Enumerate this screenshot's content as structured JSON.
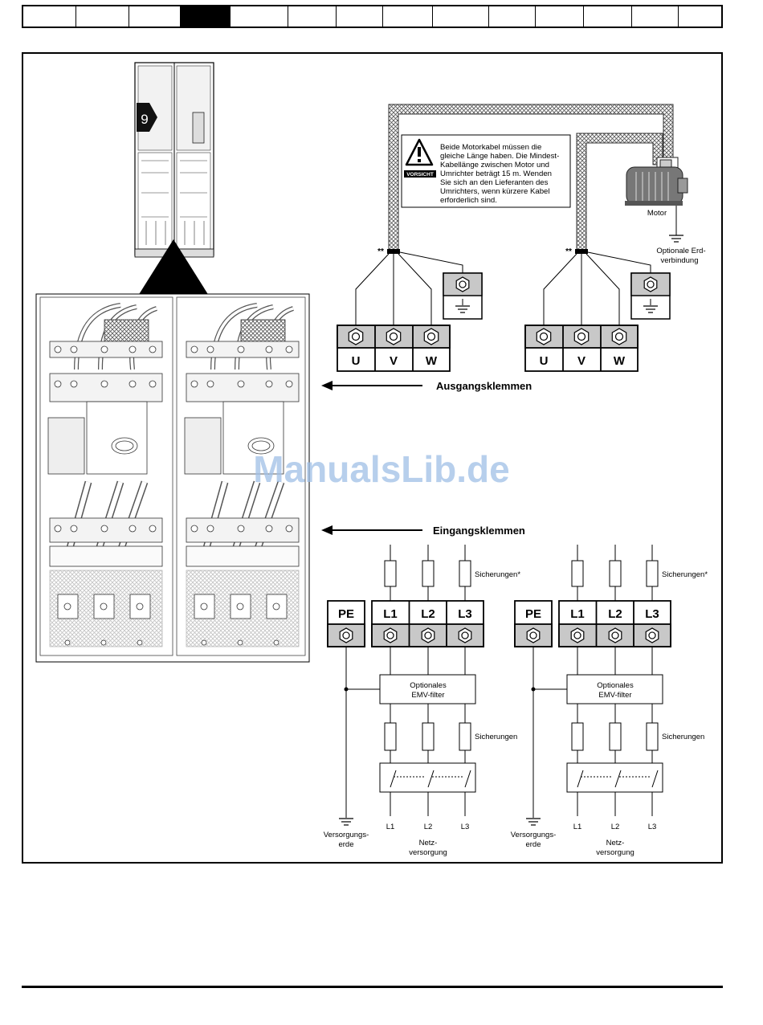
{
  "tabs": [
    {
      "label": "",
      "active": false
    },
    {
      "label": "",
      "active": false
    },
    {
      "label": "",
      "active": false
    },
    {
      "label": "",
      "active": true
    },
    {
      "label": "",
      "active": false
    },
    {
      "label": "",
      "active": false
    },
    {
      "label": "",
      "active": false
    },
    {
      "label": "",
      "active": false
    },
    {
      "label": "",
      "active": false
    },
    {
      "label": "",
      "active": false
    },
    {
      "label": "",
      "active": false
    },
    {
      "label": "",
      "active": false
    },
    {
      "label": "",
      "active": false
    },
    {
      "label": "",
      "active": false
    }
  ],
  "drive": {
    "size_badge": "9"
  },
  "warning": {
    "badge": "VORSICHT",
    "lines": [
      "Beide Motorkabel müssen die",
      "gleiche Länge haben. Die Mindest-",
      "Kabellänge zwischen Motor und",
      "Umrichter beträgt 15 m. Wenden",
      "Sie sich an den Lieferanten des",
      "Umrichters, wenn kürzere Kabel",
      "erforderlich sind."
    ]
  },
  "motor": {
    "label": "Motor",
    "earth_line1": "Optionale Erd-",
    "earth_line2": "verbindung"
  },
  "output": {
    "marker": "**",
    "terminals": [
      "U",
      "V",
      "W"
    ],
    "heading": "Ausgangsklemmen"
  },
  "input": {
    "heading": "Eingangsklemmen",
    "pe": "PE",
    "terminals": [
      "L1",
      "L2",
      "L3"
    ],
    "fuses_top": "Sicherungen*",
    "emv_line1": "Optionales",
    "emv_line2": "EMV-filter",
    "fuses_bottom": "Sicherungen",
    "supply": [
      "L1",
      "L2",
      "L3"
    ],
    "earth_line1": "Versorgungs-",
    "earth_line2": "erde",
    "mains_line1": "Netz-",
    "mains_line2": "versorgung"
  },
  "watermark": "ManualsLib.de",
  "colors": {
    "watermark": "#9fbfe6",
    "terminal_bg": "#c8c8c8"
  }
}
